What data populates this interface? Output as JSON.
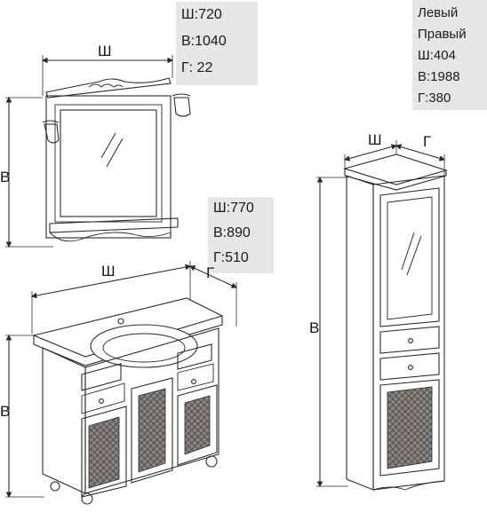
{
  "mirror": {
    "specs": {
      "width": "Ш:720",
      "height": "В:1040",
      "depth": "Г: 22"
    },
    "dim_labels": {
      "width": "Ш",
      "height": "В"
    }
  },
  "vanity": {
    "specs": {
      "width": "Ш:770",
      "height": "В:890",
      "depth": "Г:510"
    },
    "dim_labels": {
      "width": "Ш",
      "depth": "Г",
      "height": "В"
    }
  },
  "cabinet": {
    "variants": [
      "Левый",
      "Правый"
    ],
    "specs": {
      "width": "Ш:404",
      "height": "В:1988",
      "depth": "Г:380"
    },
    "dim_labels": {
      "width": "Ш",
      "depth": "Г",
      "height": "В"
    }
  },
  "colors": {
    "line": "#2a2a2a",
    "spec_box": "#e6e6e6",
    "mesh": "#6f6a66"
  }
}
